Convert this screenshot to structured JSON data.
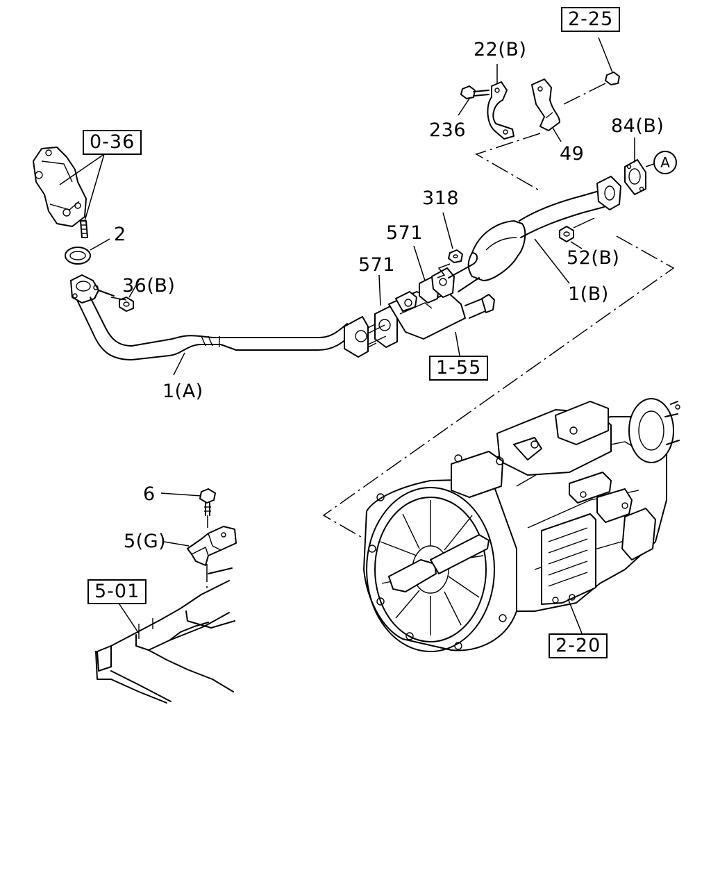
{
  "labels": {
    "l_2_25": "2-25",
    "l_22b": "22(B)",
    "l_236": "236",
    "l_49": "49",
    "l_84b": "84(B)",
    "l_circle_a": "A",
    "l_0_36": "0-36",
    "l_2": "2",
    "l_36b": "36(B)",
    "l_318": "318",
    "l_571a": "571",
    "l_571b": "571",
    "l_52b": "52(B)",
    "l_1b": "1(B)",
    "l_1_55": "1-55",
    "l_1a": "1(A)",
    "l_6": "6",
    "l_5g": "5(G)",
    "l_5_01": "5-01",
    "l_2_20": "2-20"
  },
  "reference_boxes": [
    "2-25",
    "0-36",
    "1-55",
    "5-01",
    "2-20"
  ],
  "part_numbers": [
    "22(B)",
    "236",
    "49",
    "84(B)",
    "2",
    "36(B)",
    "318",
    "571",
    "571",
    "52(B)",
    "1(B)",
    "1(A)",
    "6",
    "5(G)"
  ]
}
